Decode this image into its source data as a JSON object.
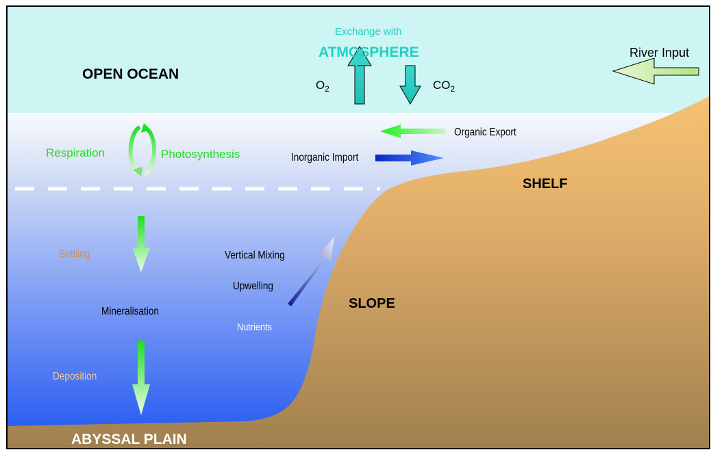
{
  "labels": {
    "exchange_with": "Exchange with",
    "atmosphere": "ATMOSPHERE",
    "river_input": "River Input",
    "open_ocean": "OPEN OCEAN",
    "o2_base": "O",
    "o2_sub": "2",
    "co2_base": "CO",
    "co2_sub": "2",
    "organic_export": "Organic Export",
    "respiration": "Respiration",
    "photosynthesis": "Photosynthesis",
    "inorganic_import": "Inorganic Import",
    "shelf": "SHELF",
    "settling": "Settling",
    "vertical_mixing": "Vertical Mixing",
    "upwelling": "Upwelling",
    "slope": "SLOPE",
    "mineralisation": "Mineralisation",
    "nutrients": "Nutrients",
    "deposition": "Deposition",
    "abyssal_plain": "ABYSSAL PLAIN"
  },
  "colors": {
    "sky": "#ccf5f3",
    "surface_water": "#f2f6fc",
    "deep_water": "#1f55f0",
    "land_light": "#f2bd6e",
    "land_dark": "#a98655",
    "atmosphere_text": "#22cfc4",
    "green_text": "#22dd22",
    "tan_text": "#c98f58",
    "black_text": "#000000",
    "white_text": "#ffffff"
  },
  "icons": {
    "o2_arrow": "up-arrow-icon",
    "co2_arrow": "down-arrow-icon",
    "river_arrow": "left-arrow-icon",
    "organic_export_arrow": "left-arrow-icon",
    "inorganic_import_arrow": "right-arrow-icon",
    "cycle": "cycle-arrows-icon",
    "settling_arrow": "down-arrow-icon",
    "deposition_arrow": "down-arrow-icon",
    "upwelling_arrow": "diagonal-up-arrow-icon"
  }
}
